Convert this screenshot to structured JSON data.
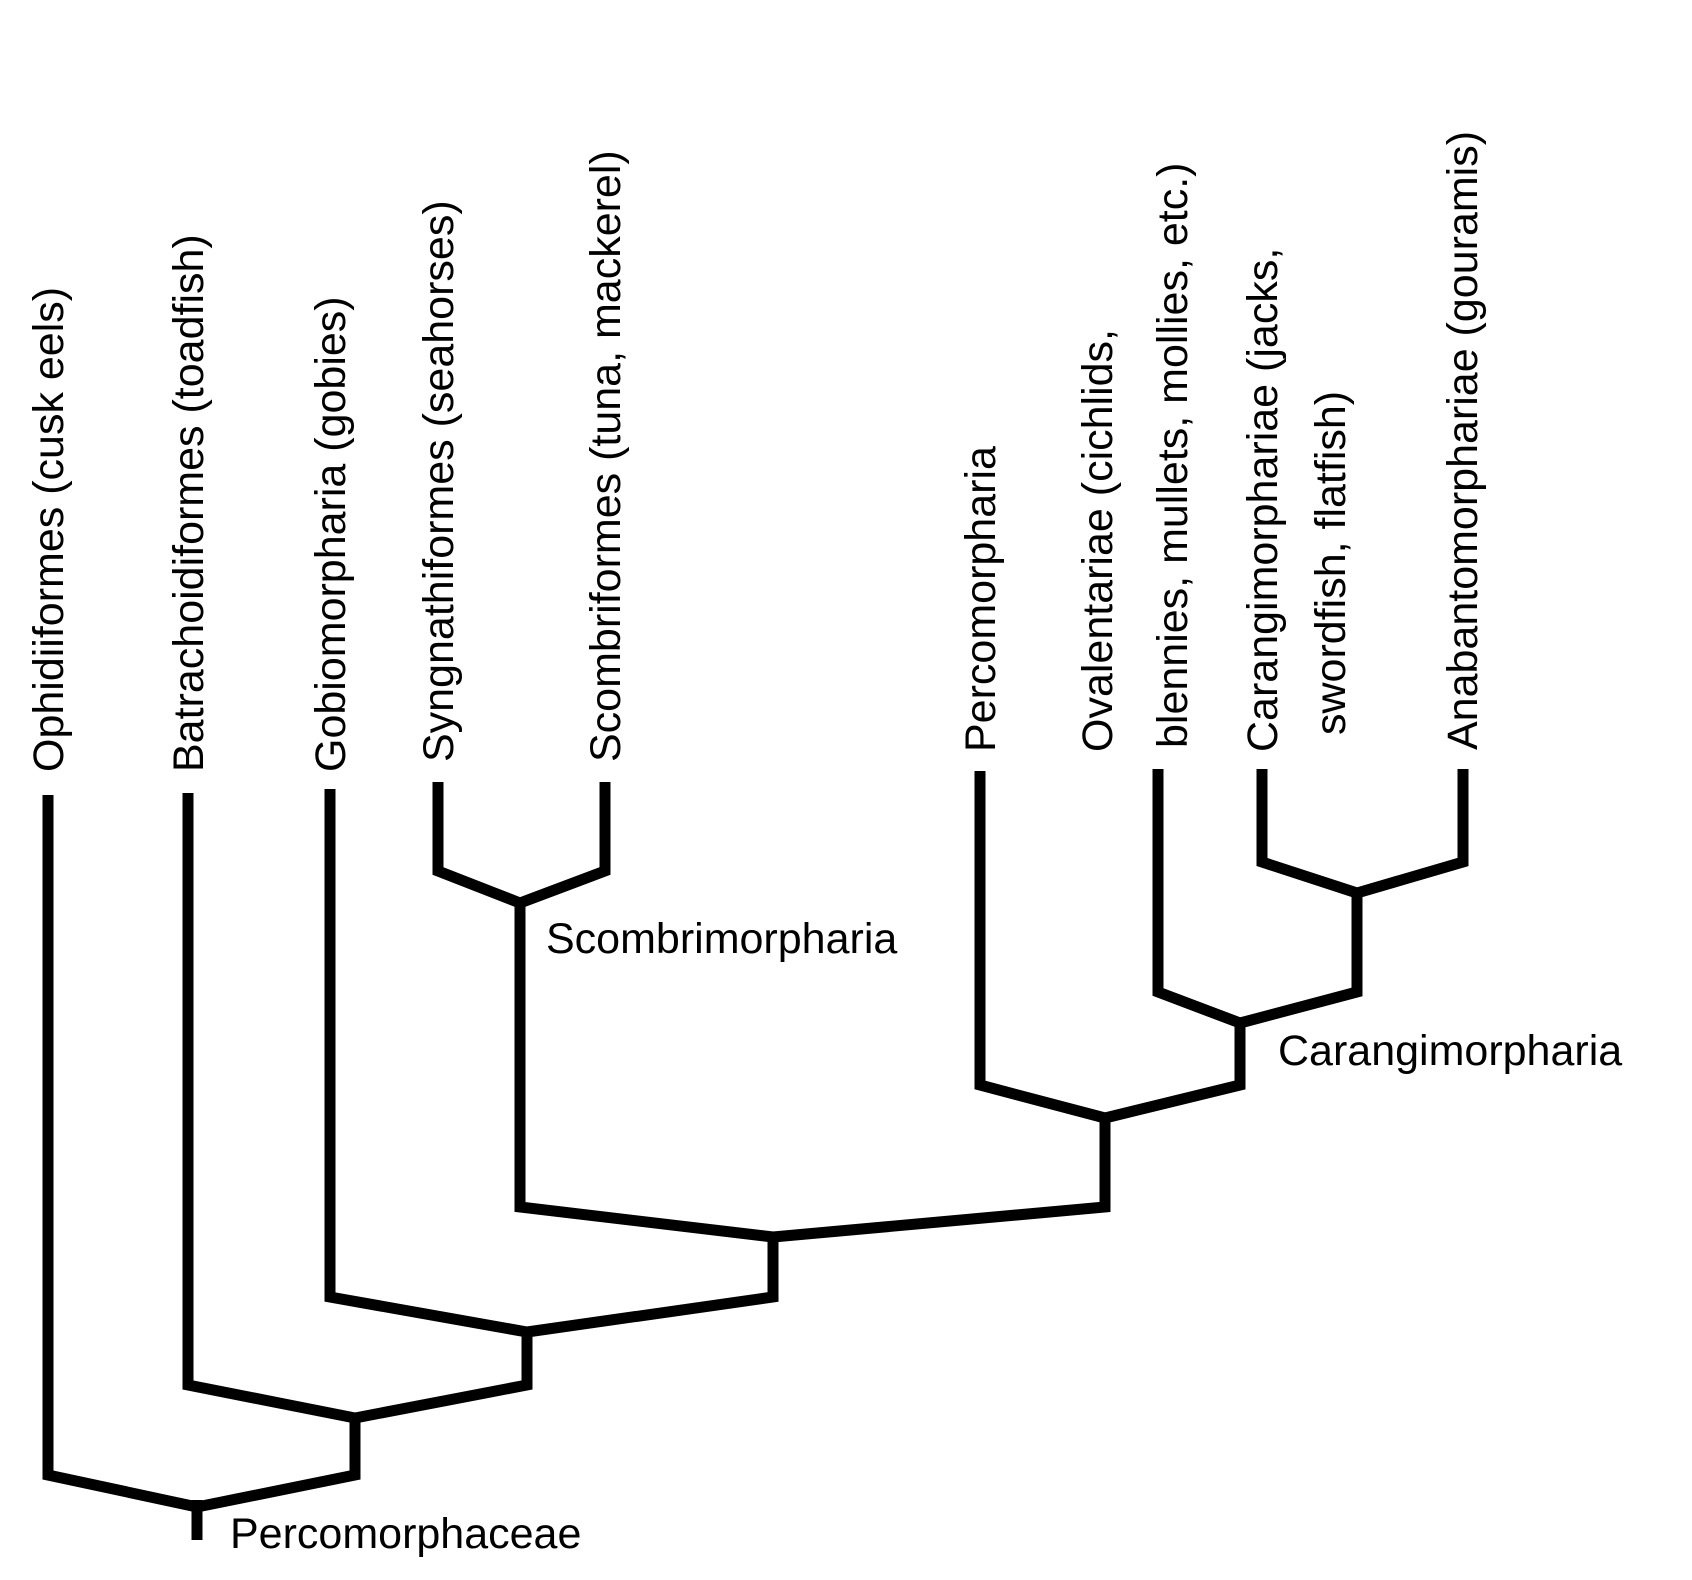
{
  "colors": {
    "background": "#ffffff",
    "branch": "#000000",
    "text": "#000000"
  },
  "taxa": [
    {
      "id": "ophidiiformes",
      "lines": [
        "Ophidiiformes (cusk eels)"
      ]
    },
    {
      "id": "batrachoidiformes",
      "lines": [
        "Batrachoidiformes (toadfish)"
      ]
    },
    {
      "id": "gobiomorpharia",
      "lines": [
        "Gobiomorpharia (gobies)"
      ]
    },
    {
      "id": "syngnathiformes",
      "lines": [
        "Syngnathiformes (seahorses)"
      ]
    },
    {
      "id": "scombriformes",
      "lines": [
        "Scombriformes (tuna, mackerel)"
      ]
    },
    {
      "id": "percomorpharia",
      "lines": [
        "Percomorpharia"
      ]
    },
    {
      "id": "ovalentariae",
      "lines": [
        "Ovalentariae (cichlids,",
        "blennies, mullets, mollies, etc.)"
      ]
    },
    {
      "id": "carangimorphariae",
      "lines": [
        "Carangimorphariae (jacks,",
        "swordfish, flatfish)"
      ]
    },
    {
      "id": "anabantomorphariae",
      "lines": [
        "Anabantomorphariae (gouramis)"
      ]
    }
  ],
  "clades": {
    "root": "Percomorphaceae",
    "scombrimorpharia": "Scombrimorpharia",
    "carangimorpharia": "Carangimorpharia"
  }
}
